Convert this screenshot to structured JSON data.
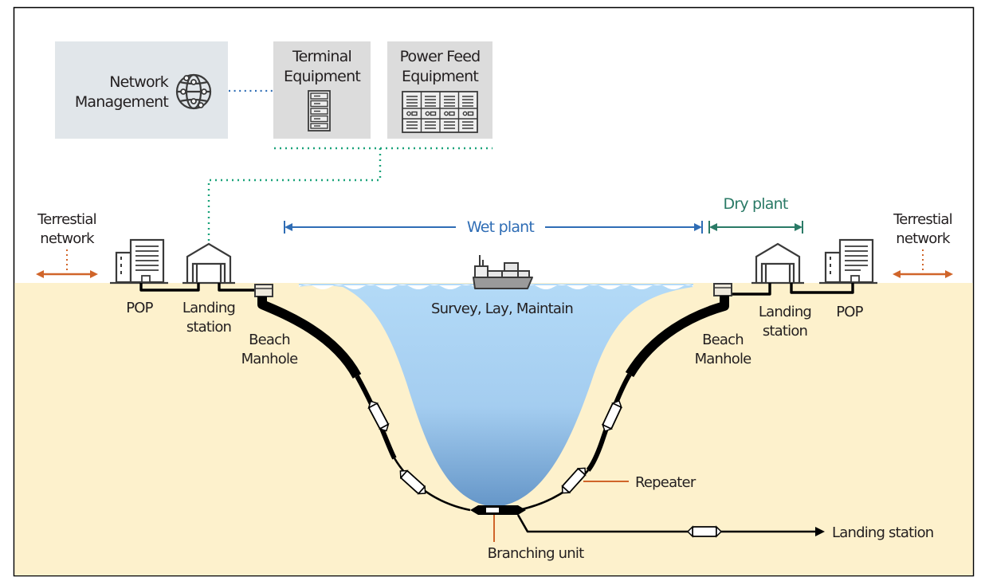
{
  "diagram": {
    "title": "Submarine cable system overview",
    "colors": {
      "frame": "#000000",
      "seabed": "#fdf1cc",
      "sea_top": "#b3daf7",
      "sea_bottom": "#6e9fcf",
      "box_network": "#e1e6ea",
      "box_equipment": "#dcdcdc",
      "wet_plant": "#2f6db5",
      "dry_plant": "#2a7a66",
      "terrestrial": "#d0652a",
      "dotted_link_blue": "#2f6db5",
      "dotted_link_green": "#1aa37a",
      "cable": "#000000",
      "ship_hull": "#9a9a9a"
    },
    "boxes": {
      "network_management": {
        "line1": "Network",
        "line2": "Management",
        "icon": "globe-network-icon"
      },
      "terminal_equipment": {
        "line1": "Terminal",
        "line2": "Equipment",
        "icon": "server-rack-icon"
      },
      "power_feed_equipment": {
        "line1": "Power Feed",
        "line2": "Equipment",
        "icon": "power-cabinet-icon"
      }
    },
    "spans": {
      "wet_plant": "Wet plant",
      "dry_plant": "Dry plant"
    },
    "left": {
      "terrestrial_line1": "Terrestial",
      "terrestrial_line2": "network",
      "pop": "POP",
      "landing_line1": "Landing",
      "landing_line2": "station",
      "beach_line1": "Beach",
      "beach_line2": "Manhole"
    },
    "right": {
      "terrestrial_line1": "Terrestial",
      "terrestrial_line2": "network",
      "pop": "POP",
      "landing_line1": "Landing",
      "landing_line2": "station",
      "beach_line1": "Beach",
      "beach_line2": "Manhole"
    },
    "sea": {
      "activity": "Survey, Lay, Maintain",
      "ship_icon": "cable-ship-icon"
    },
    "callouts": {
      "repeater": "Repeater",
      "branching_unit": "Branching unit",
      "branch_destination": "Landing station"
    }
  }
}
